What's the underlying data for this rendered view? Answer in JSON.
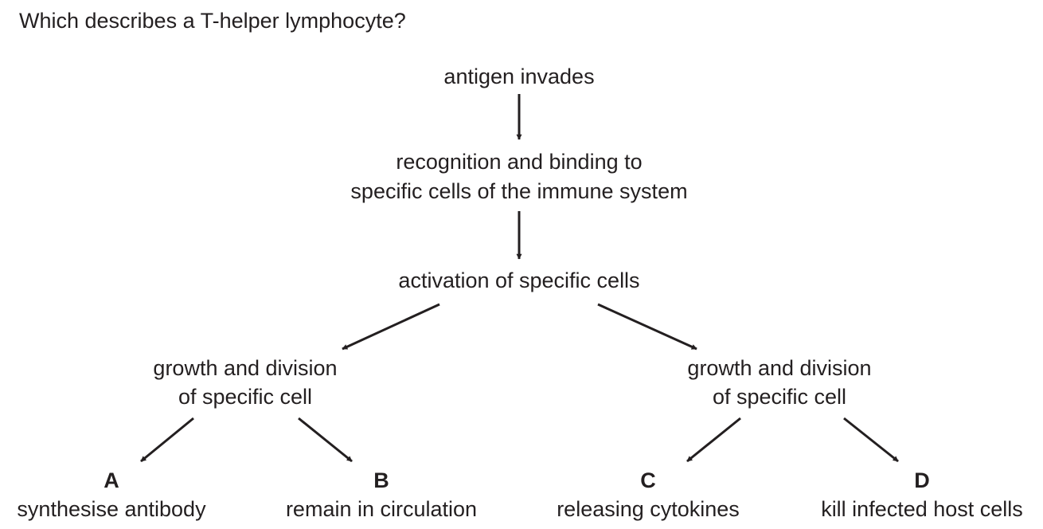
{
  "question": "Which describes a T-helper lymphocyte?",
  "flow": {
    "step1": "antigen invades",
    "step2_line1": "recognition and binding to",
    "step2_line2": "specific cells of the immune system",
    "step3": "activation of specific cells",
    "left_branch": {
      "line1": "growth and division",
      "line2": "of specific cell"
    },
    "right_branch": {
      "line1": "growth and division",
      "line2": "of specific cell"
    }
  },
  "options": [
    {
      "letter": "A",
      "text": "synthesise antibody"
    },
    {
      "letter": "B",
      "text": "remain in circulation"
    },
    {
      "letter": "C",
      "text": "releasing cytokines"
    },
    {
      "letter": "D",
      "text": "kill infected host cells"
    }
  ],
  "colors": {
    "text": "#231f20",
    "arrow": "#231f20"
  }
}
